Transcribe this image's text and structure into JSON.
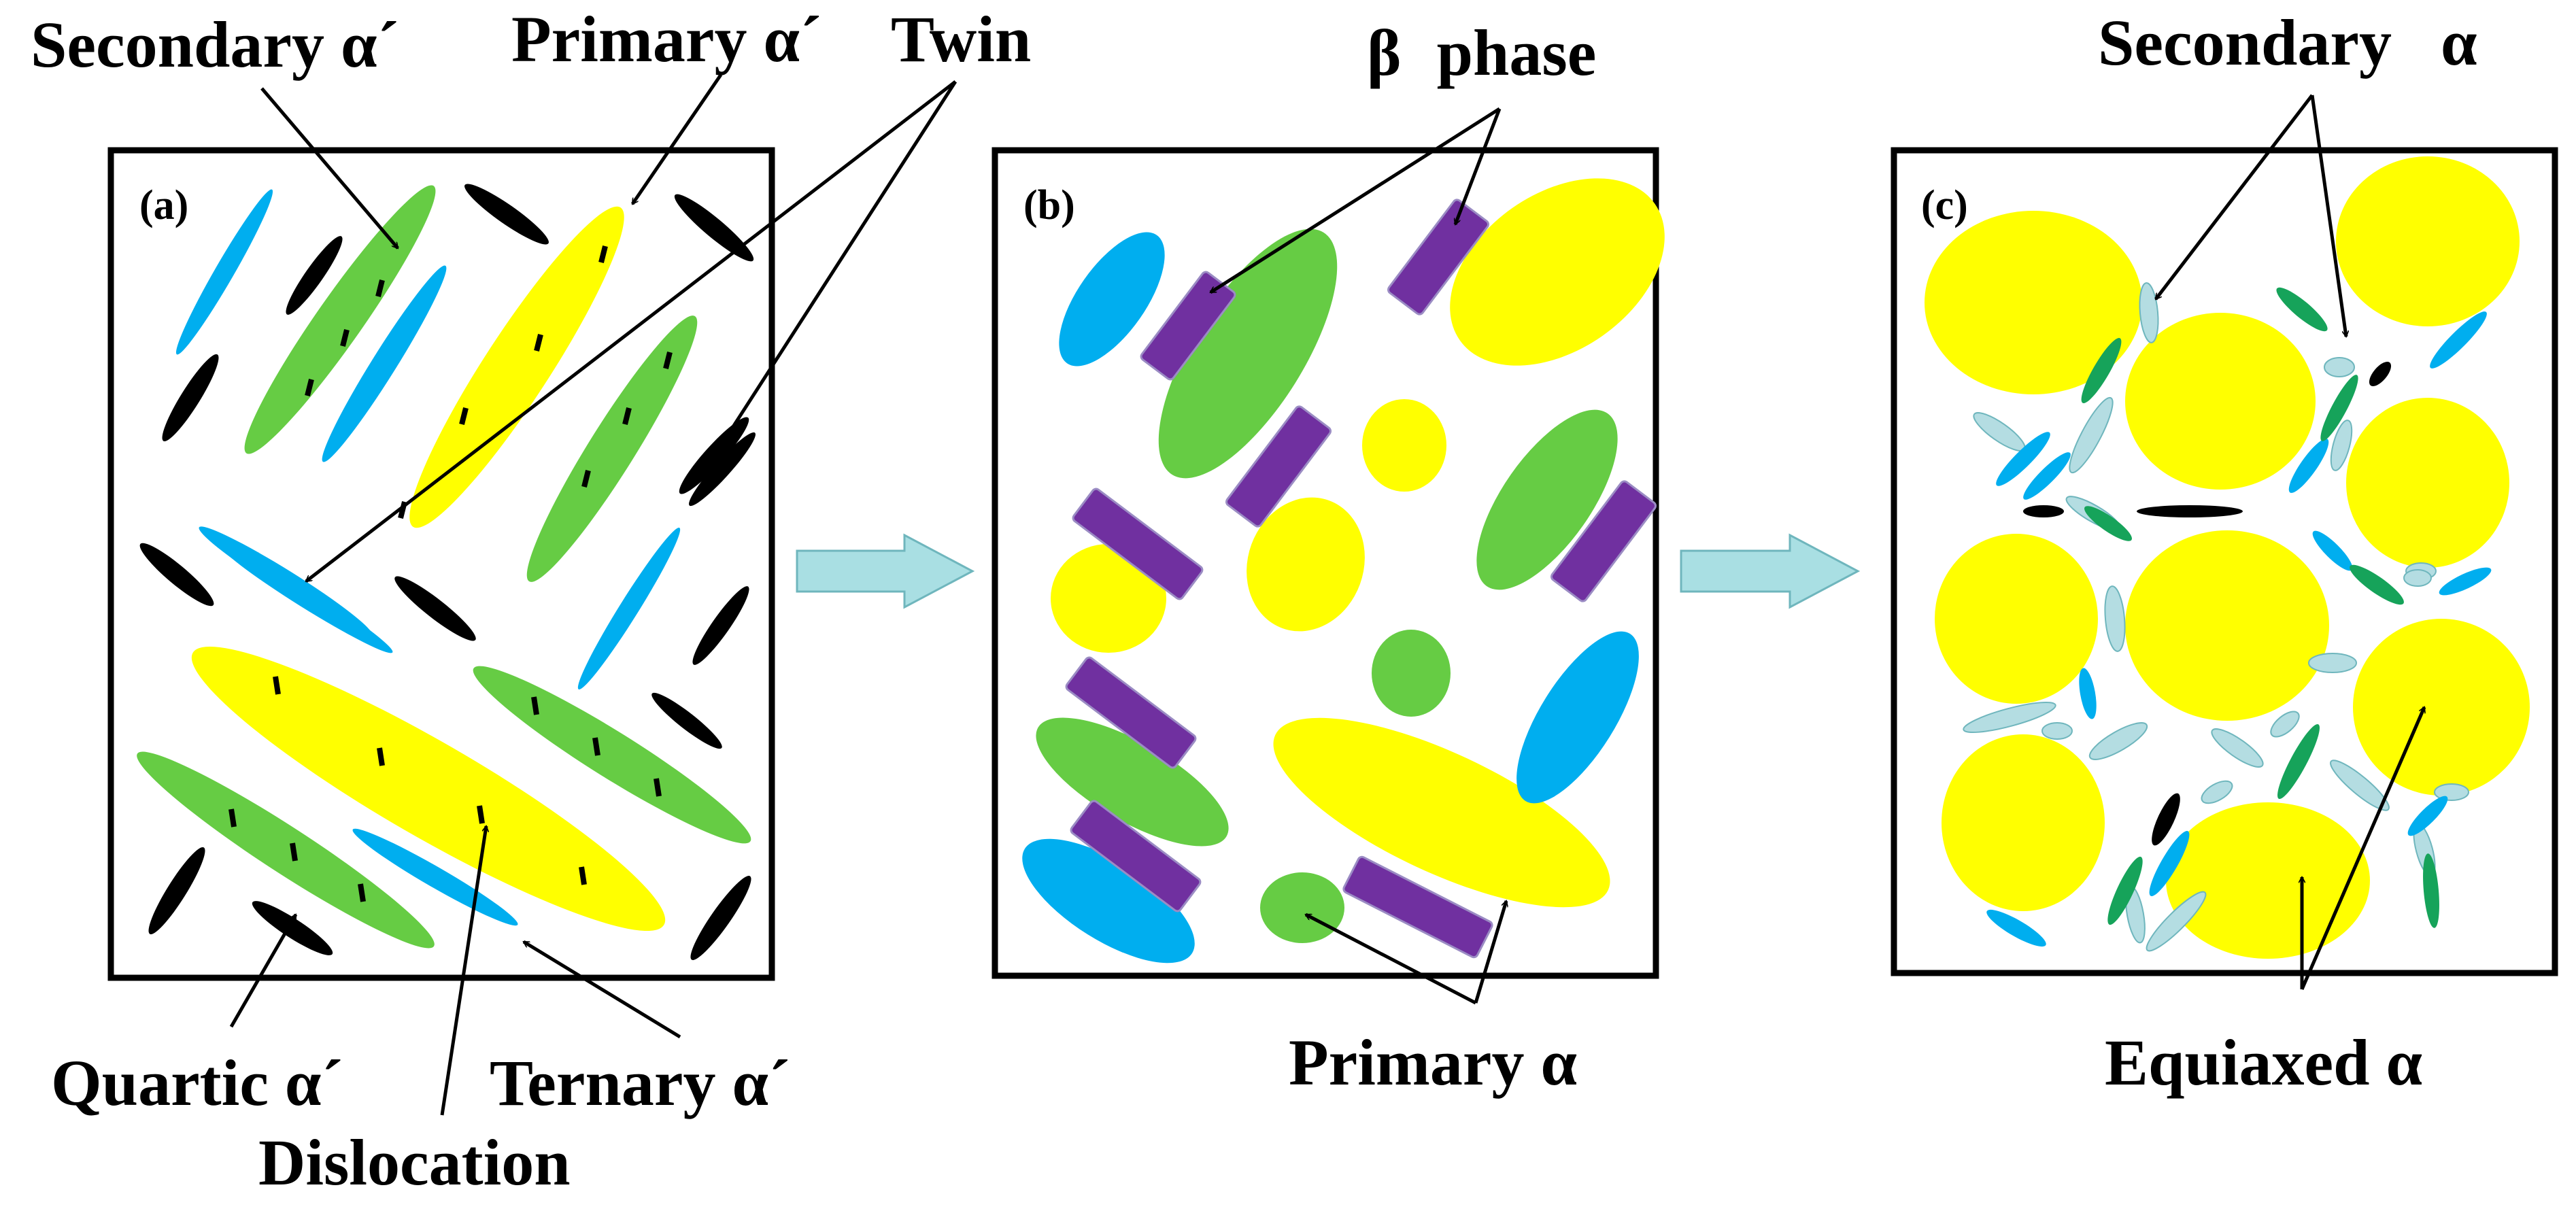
{
  "panels": {
    "a": {
      "tag": "(a)"
    },
    "b": {
      "tag": "(b)"
    },
    "c": {
      "tag": "(c)"
    }
  },
  "labels": {
    "secondary_alpha_prime": "Secondary α´",
    "primary_alpha_prime": "Primary α´",
    "twin": "Twin",
    "quartic_alpha_prime": "Quartic α´",
    "ternary_alpha_prime": "Ternary α´",
    "dislocation": "Dislocation",
    "beta_phase": "β phase",
    "primary_alpha": "Primary α",
    "secondary_alpha": "Secondary α",
    "equiaxed_alpha": "Equiaxed α"
  },
  "colors": {
    "yellow": "#ffff00",
    "green": "#66cc44",
    "blue": "#00aeef",
    "black": "#000000",
    "purple": "#7030a0",
    "light_blue": "#b4dde2",
    "dark_green": "#16a35a",
    "flow_arrow": "#a9dfe3"
  },
  "icons": {
    "transition_arrow": "right-block-arrow-icon"
  }
}
